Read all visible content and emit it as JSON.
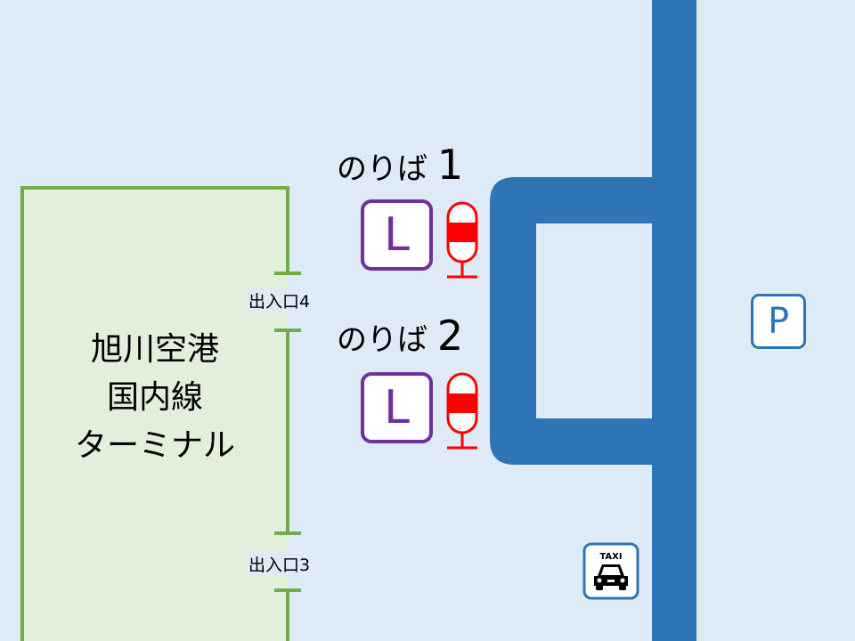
{
  "terminal": {
    "lines": [
      "旭川空港",
      "国内線",
      "ターミナル"
    ]
  },
  "exits": [
    {
      "label": "出入口4"
    },
    {
      "label": "出入口3"
    }
  ],
  "stops": [
    {
      "label": "のりば",
      "number": "1",
      "line_letter": "L"
    },
    {
      "label": "のりば",
      "number": "2",
      "line_letter": "L"
    }
  ],
  "parking": {
    "letter": "P"
  },
  "taxi": {
    "label": "TAXI"
  },
  "colors": {
    "road": "#2e75b6",
    "terminal_fill": "#e2efda",
    "terminal_border": "#70ad47",
    "line_l": "#7030a0",
    "bus_stop": "#ff0000",
    "background": "#deeaf6"
  }
}
